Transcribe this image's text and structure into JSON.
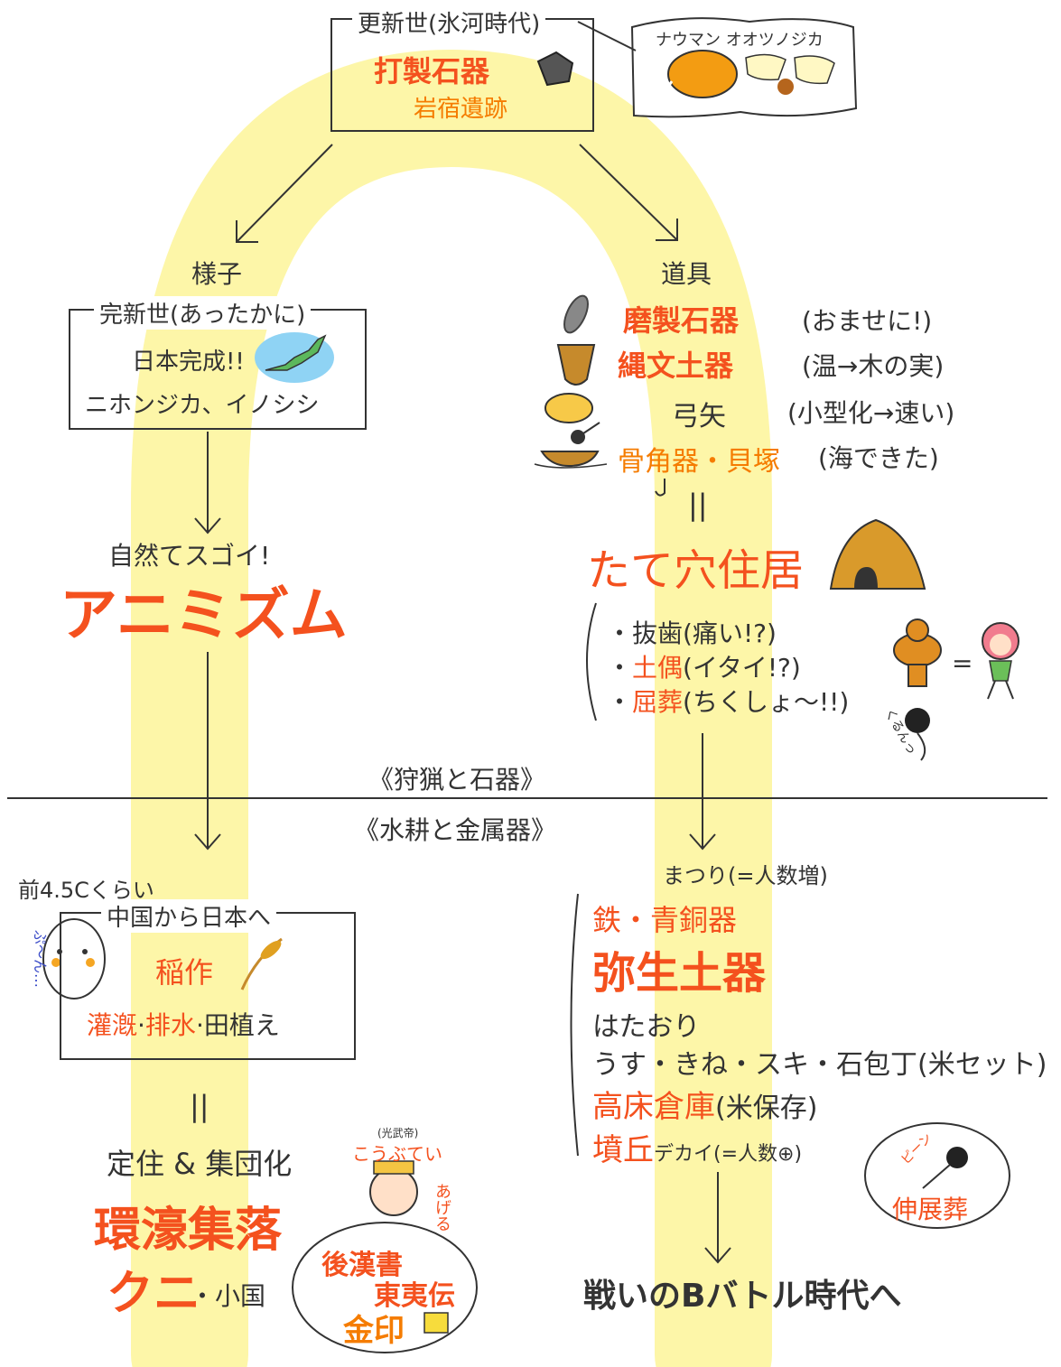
{
  "colors": {
    "highlight": "#fdf6a8",
    "accent_red": "#f4511e",
    "accent_orange": "#f57c00",
    "line": "#333333"
  },
  "top": {
    "era": "更新世(氷河時代)",
    "tool": "打製石器",
    "site": "岩宿遺跡",
    "animals_label": "ナウマン オオツノジカ",
    "icons": [
      "stone-icon",
      "mammoth-icon",
      "elk-icon"
    ]
  },
  "left": {
    "heading": "様子",
    "box_title": "完新世(あったかに)",
    "line1": "日本完成!!",
    "line2": "ニホンジカ、イノシシ",
    "nature": "自然てスゴイ!",
    "animism": "アニミズム",
    "icons": [
      "japan-map-icon"
    ]
  },
  "right": {
    "heading": "道具",
    "items": [
      {
        "term": "磨製石器",
        "note": "(おませに!)",
        "icon": "polished-stone-icon"
      },
      {
        "term": "縄文土器",
        "note": "(温→木の実)",
        "icon": "jomon-pottery-icon"
      },
      {
        "term": "弓矢",
        "note": "(小型化→速い)",
        "icon": "boar-icon"
      },
      {
        "term": "骨角器・貝塚",
        "note": "(海できた)",
        "icon": "fishing-boat-icon"
      }
    ],
    "equals": "||",
    "dwelling": "たて穴住居",
    "bullets": [
      {
        "term": "抜歯",
        "note": "(痛い!?)"
      },
      {
        "term": "土偶",
        "note": "(イタイ!?)"
      },
      {
        "term": "屈葬",
        "note": "(ちくしょ〜!!)"
      }
    ],
    "equals_sign": "=",
    "curl_label": "くるんっ"
  },
  "divider": {
    "upper": "《狩猟と石器》",
    "lower": "《水耕と金属器》"
  },
  "bottom_left": {
    "date": "前4.5Cくらい",
    "box_title": "中国から日本へ",
    "rice": "稲作",
    "methods": [
      "灌漑",
      "排水",
      "田植え"
    ],
    "face_label": "ぷ〜ん…",
    "equals": "||",
    "settle": "定住 & 集団化",
    "moat": "環濠集落",
    "kuni": "クニ",
    "small": "・小国",
    "emperor_small": "(光武帝)",
    "emperor_said": "こうぶてい",
    "ageru": "あげる",
    "bubble_line1": "後漢書",
    "bubble_line2": "東夷伝",
    "gold_seal": "金印"
  },
  "bottom_right": {
    "festival": "まつり(=人数増)",
    "metal": "鉄・青銅器",
    "yayoi": "弥生土器",
    "weaving": "はたおり",
    "tools": "うす・きね・スキ・石包丁(米セット)",
    "storehouse": "高床倉庫",
    "storehouse_note": "(米保存)",
    "mound": "墳丘",
    "mound_note": "デカイ(=人数⊕)",
    "extended_burial": "伸展葬",
    "stretch_label": "ピーン",
    "conclusion": "戦いのBバトル時代へ"
  }
}
